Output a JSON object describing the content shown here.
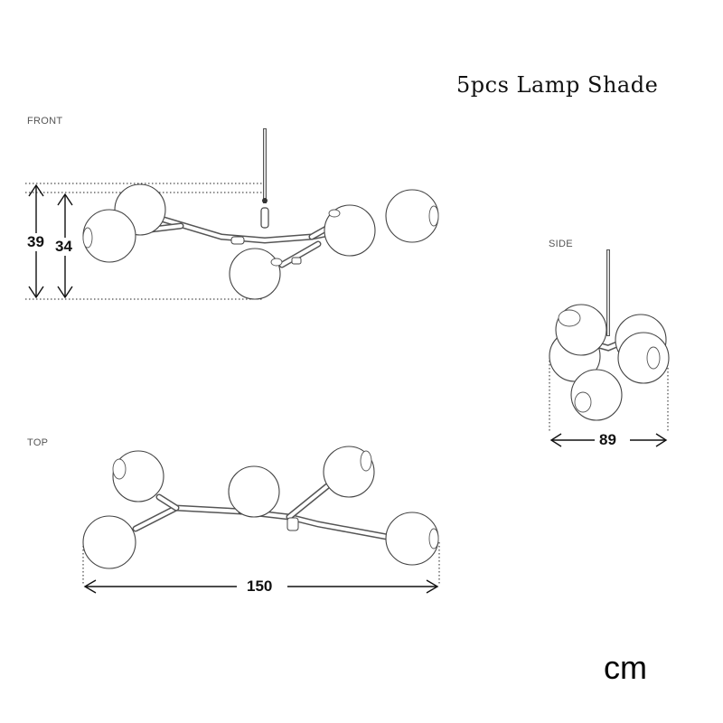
{
  "title": "5pcs Lamp Shade",
  "views": {
    "front": "FRONT",
    "side": "SIDE",
    "top": "TOP"
  },
  "dimensions": {
    "total_height": "39",
    "body_height": "34",
    "depth": "89",
    "width": "150"
  },
  "unit": "cm"
}
